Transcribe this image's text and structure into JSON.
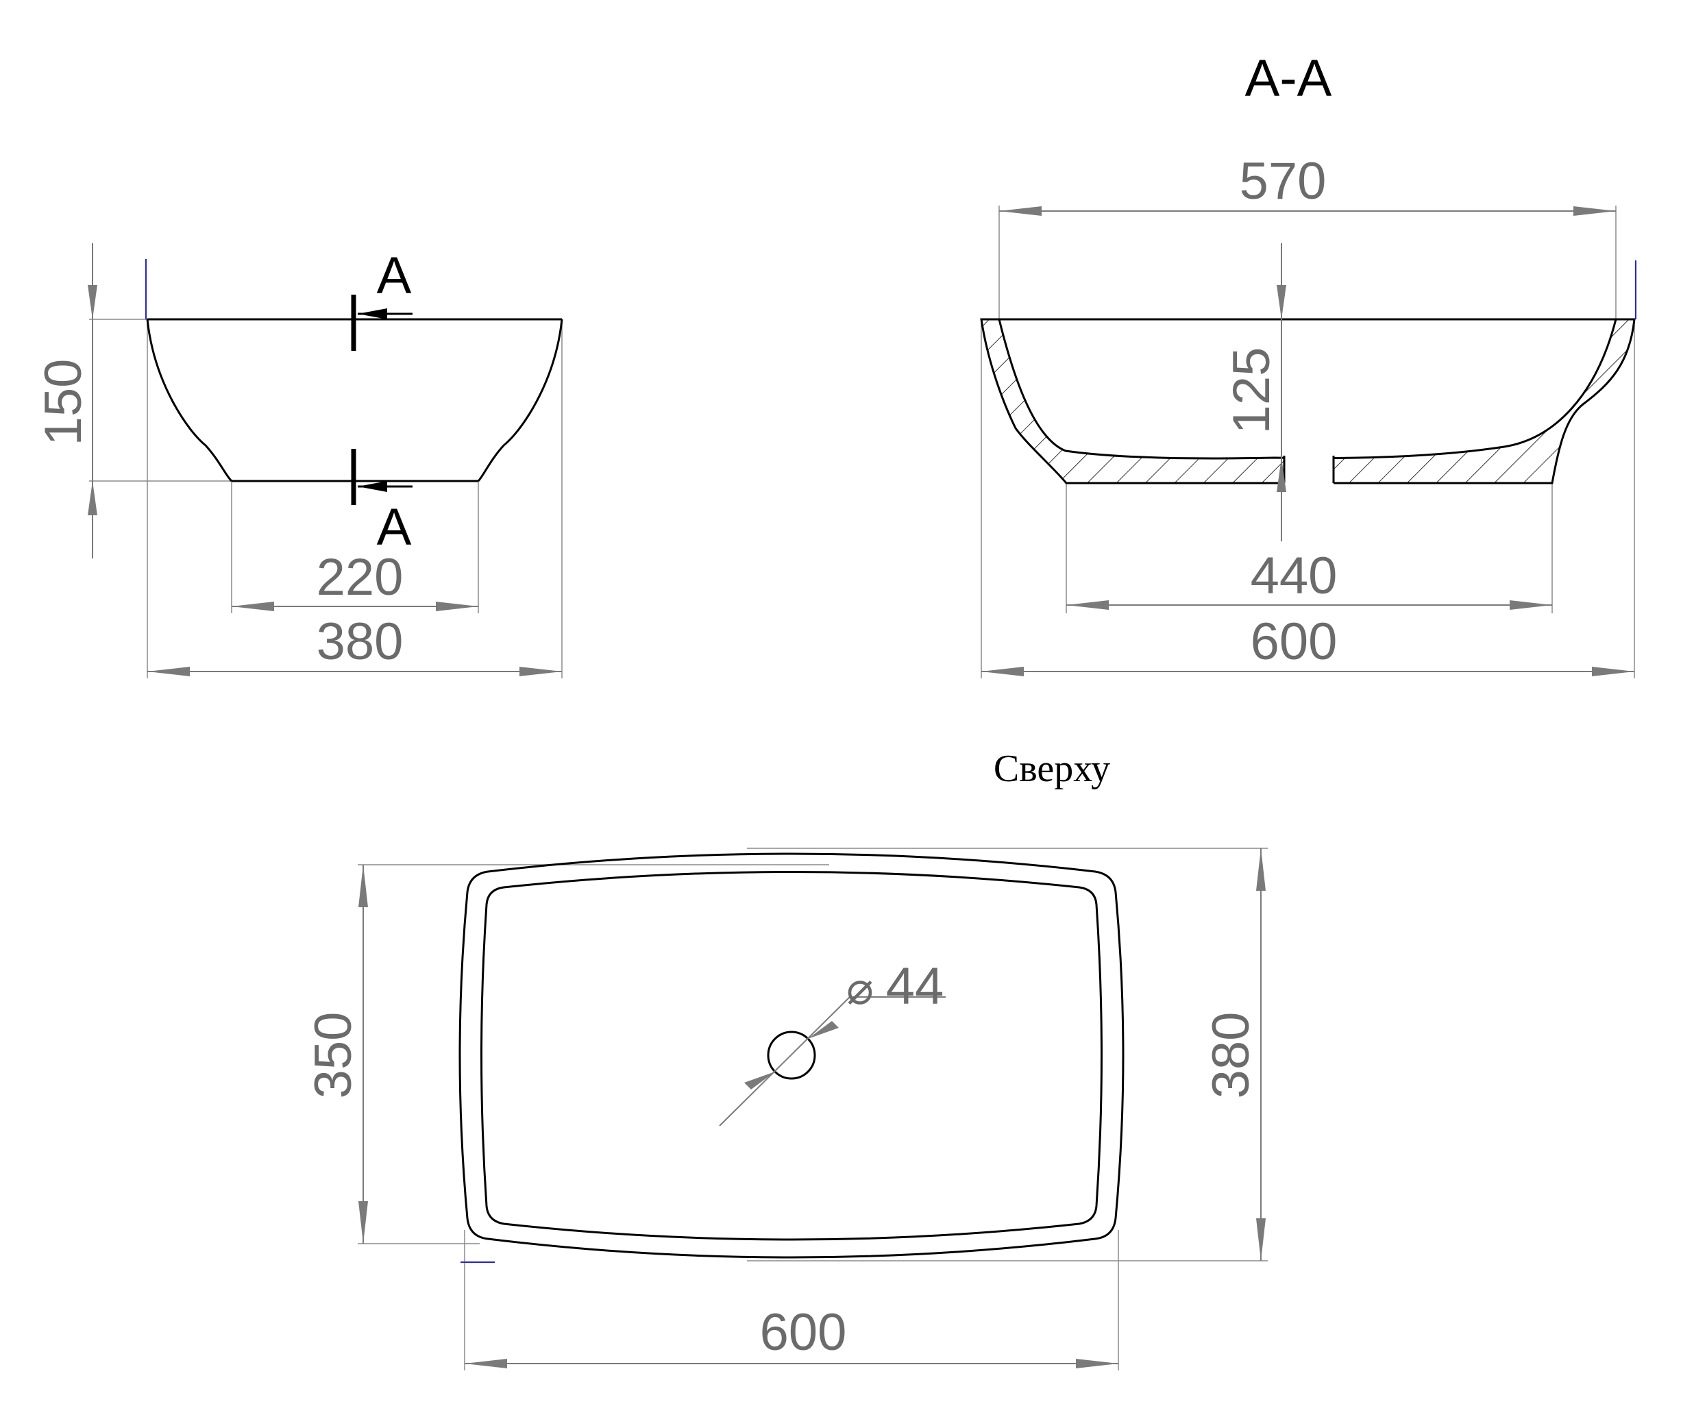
{
  "titles": {
    "section": "A-A",
    "top_view": "Сверху",
    "cut_mark_top": "A",
    "cut_mark_bottom": "A"
  },
  "side_view": {
    "height": "150",
    "base_width": "220",
    "top_width": "380"
  },
  "section_view": {
    "inner_top_width": "570",
    "inner_depth": "125",
    "base_width": "440",
    "outer_width": "600"
  },
  "top_view": {
    "inner_depth": "350",
    "outer_depth": "380",
    "length": "600",
    "drain_diameter": "44",
    "diameter_symbol": "⌀"
  },
  "colors": {
    "outline": "#000000",
    "dimension": "#6b6b6b"
  }
}
